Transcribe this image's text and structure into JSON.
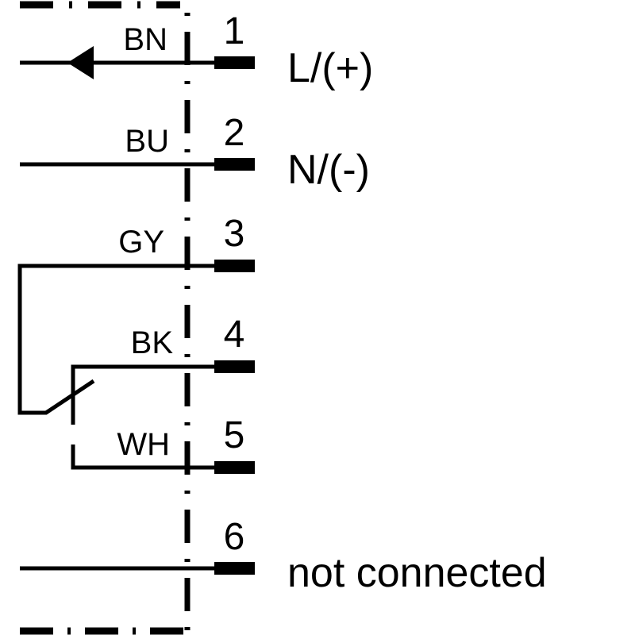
{
  "diagram": {
    "title": "Connection diagram",
    "colors": {
      "line": "#000000",
      "background": "#ffffff"
    },
    "pins": [
      {
        "number": "1",
        "wire_color": "BN",
        "signal": "L/(+)"
      },
      {
        "number": "2",
        "wire_color": "BU",
        "signal": "N/(-)"
      },
      {
        "number": "3",
        "wire_color": "GY",
        "signal": ""
      },
      {
        "number": "4",
        "wire_color": "BK",
        "signal": ""
      },
      {
        "number": "5",
        "wire_color": "WH",
        "signal": ""
      },
      {
        "number": "6",
        "wire_color": "",
        "signal": "not connected"
      }
    ],
    "elements": {
      "housing_boundary": "dash-dot line",
      "input_arrow": "arrow on pin 1 wire",
      "switch": "changeover contact between pins 3, 4, 5"
    }
  }
}
